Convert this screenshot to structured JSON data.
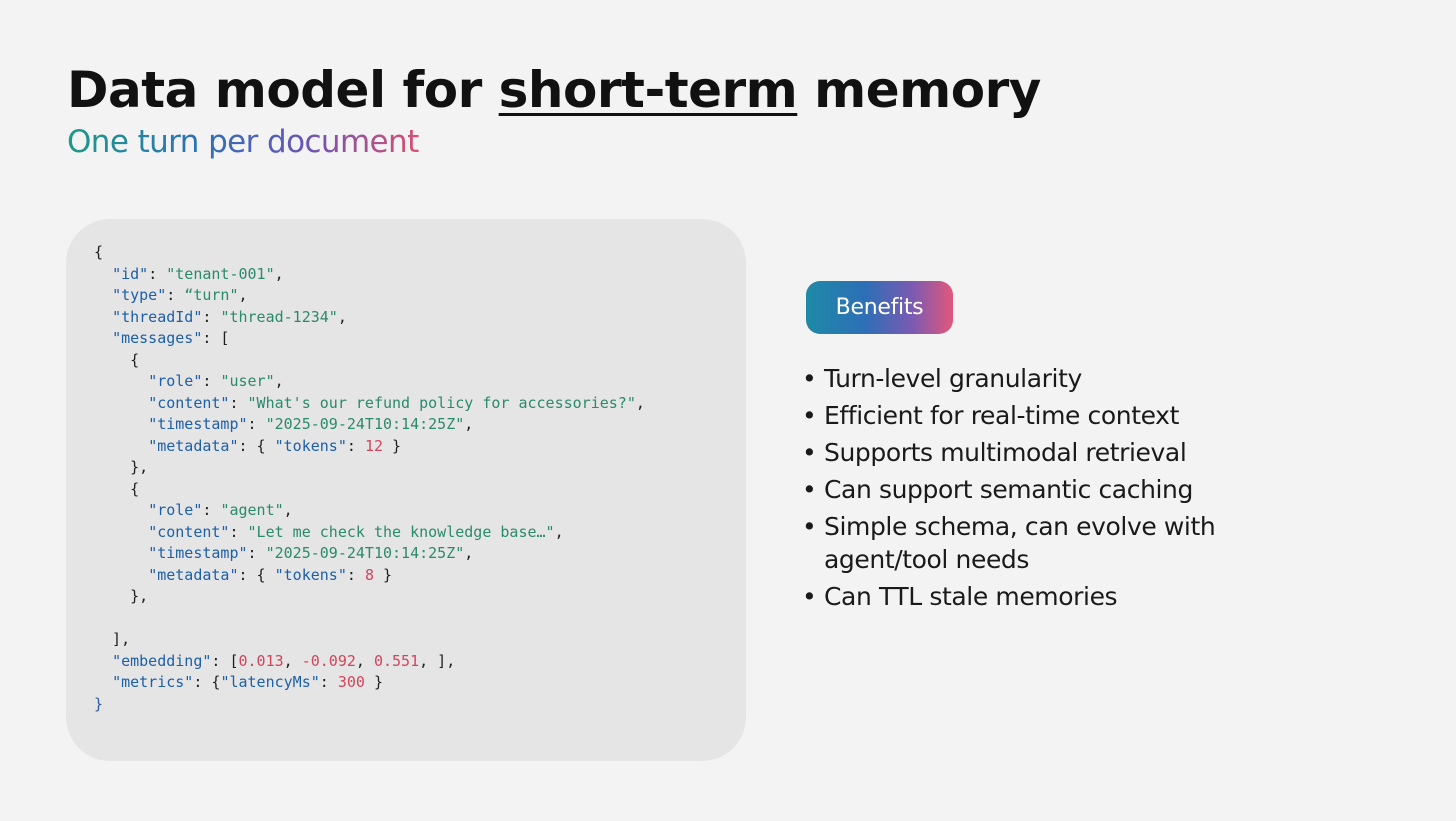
{
  "slide": {
    "title_before": "Data model for ",
    "title_underlined": "short-term",
    "title_after": " memory",
    "subtitle": "One turn per document"
  },
  "code": {
    "lines": [
      [
        {
          "t": "{",
          "c": "p"
        }
      ],
      [
        {
          "t": "  ",
          "c": "p"
        },
        {
          "t": "\"id\"",
          "c": "k"
        },
        {
          "t": ": ",
          "c": "p"
        },
        {
          "t": "\"tenant-001\"",
          "c": "s"
        },
        {
          "t": ",",
          "c": "p"
        }
      ],
      [
        {
          "t": "  ",
          "c": "p"
        },
        {
          "t": "\"type\"",
          "c": "k"
        },
        {
          "t": ": ",
          "c": "p"
        },
        {
          "t": "“turn\"",
          "c": "s"
        },
        {
          "t": ",",
          "c": "p"
        }
      ],
      [
        {
          "t": "  ",
          "c": "p"
        },
        {
          "t": "\"threadId\"",
          "c": "k"
        },
        {
          "t": ": ",
          "c": "p"
        },
        {
          "t": "\"thread-1234\"",
          "c": "s"
        },
        {
          "t": ",",
          "c": "p"
        }
      ],
      [
        {
          "t": "  ",
          "c": "p"
        },
        {
          "t": "\"messages\"",
          "c": "k"
        },
        {
          "t": ": [",
          "c": "p"
        }
      ],
      [
        {
          "t": "    {",
          "c": "p"
        }
      ],
      [
        {
          "t": "      ",
          "c": "p"
        },
        {
          "t": "\"role\"",
          "c": "k"
        },
        {
          "t": ": ",
          "c": "p"
        },
        {
          "t": "\"user\"",
          "c": "s"
        },
        {
          "t": ",",
          "c": "p"
        }
      ],
      [
        {
          "t": "      ",
          "c": "p"
        },
        {
          "t": "\"content\"",
          "c": "k"
        },
        {
          "t": ": ",
          "c": "p"
        },
        {
          "t": "\"What's our refund policy for accessories?\"",
          "c": "s"
        },
        {
          "t": ",",
          "c": "p"
        }
      ],
      [
        {
          "t": "      ",
          "c": "p"
        },
        {
          "t": "\"timestamp\"",
          "c": "k"
        },
        {
          "t": ": ",
          "c": "p"
        },
        {
          "t": "\"2025-09-24T10:14:25Z\"",
          "c": "s"
        },
        {
          "t": ",",
          "c": "p"
        }
      ],
      [
        {
          "t": "      ",
          "c": "p"
        },
        {
          "t": "\"metadata\"",
          "c": "k"
        },
        {
          "t": ": { ",
          "c": "p"
        },
        {
          "t": "\"tokens\"",
          "c": "k"
        },
        {
          "t": ": ",
          "c": "p"
        },
        {
          "t": "12",
          "c": "n"
        },
        {
          "t": " }",
          "c": "p"
        }
      ],
      [
        {
          "t": "    },",
          "c": "p"
        }
      ],
      [
        {
          "t": "    {",
          "c": "p"
        }
      ],
      [
        {
          "t": "      ",
          "c": "p"
        },
        {
          "t": "\"role\"",
          "c": "k"
        },
        {
          "t": ": ",
          "c": "p"
        },
        {
          "t": "\"agent\"",
          "c": "s"
        },
        {
          "t": ",",
          "c": "p"
        }
      ],
      [
        {
          "t": "      ",
          "c": "p"
        },
        {
          "t": "\"content\"",
          "c": "k"
        },
        {
          "t": ": ",
          "c": "p"
        },
        {
          "t": "\"Let me check the knowledge base…\"",
          "c": "s"
        },
        {
          "t": ",",
          "c": "p"
        }
      ],
      [
        {
          "t": "      ",
          "c": "p"
        },
        {
          "t": "\"timestamp\"",
          "c": "k"
        },
        {
          "t": ": ",
          "c": "p"
        },
        {
          "t": "\"2025-09-24T10:14:25Z\"",
          "c": "s"
        },
        {
          "t": ",",
          "c": "p"
        }
      ],
      [
        {
          "t": "      ",
          "c": "p"
        },
        {
          "t": "\"metadata\"",
          "c": "k"
        },
        {
          "t": ": { ",
          "c": "p"
        },
        {
          "t": "\"tokens\"",
          "c": "k"
        },
        {
          "t": ": ",
          "c": "p"
        },
        {
          "t": "8",
          "c": "n"
        },
        {
          "t": " }",
          "c": "p"
        }
      ],
      [
        {
          "t": "    },",
          "c": "p"
        }
      ],
      [
        {
          "t": "",
          "c": "p"
        }
      ],
      [
        {
          "t": "  ],",
          "c": "p"
        }
      ],
      [
        {
          "t": "  ",
          "c": "p"
        },
        {
          "t": "\"embedding\"",
          "c": "k"
        },
        {
          "t": ": [",
          "c": "p"
        },
        {
          "t": "0.013",
          "c": "n"
        },
        {
          "t": ", ",
          "c": "p"
        },
        {
          "t": "-0.092",
          "c": "n"
        },
        {
          "t": ", ",
          "c": "p"
        },
        {
          "t": "0.551",
          "c": "n"
        },
        {
          "t": ", ],",
          "c": "p"
        }
      ],
      [
        {
          "t": "  ",
          "c": "p"
        },
        {
          "t": "\"metrics\"",
          "c": "k"
        },
        {
          "t": ": {",
          "c": "p"
        },
        {
          "t": "\"latencyMs\"",
          "c": "k"
        },
        {
          "t": ": ",
          "c": "p"
        },
        {
          "t": "300",
          "c": "n"
        },
        {
          "t": " }",
          "c": "p"
        }
      ],
      [
        {
          "t": "}",
          "c": "b"
        }
      ]
    ]
  },
  "benefits": {
    "badge": "Benefits",
    "bullet_char": "•",
    "items": [
      "Turn-level granularity",
      "Efficient for real-time context",
      "Supports multimodal retrieval",
      "Can support semantic caching",
      "Simple schema, can evolve with agent/tool needs",
      "Can TTL stale memories"
    ]
  },
  "colors": {
    "key": "#1d5fa8",
    "string": "#2a8a6c",
    "number": "#d2445a",
    "gradient_teal": "#1f9a86",
    "gradient_blue": "#2d71b8",
    "gradient_purple": "#6a55b5",
    "gradient_pink": "#d9506f"
  }
}
